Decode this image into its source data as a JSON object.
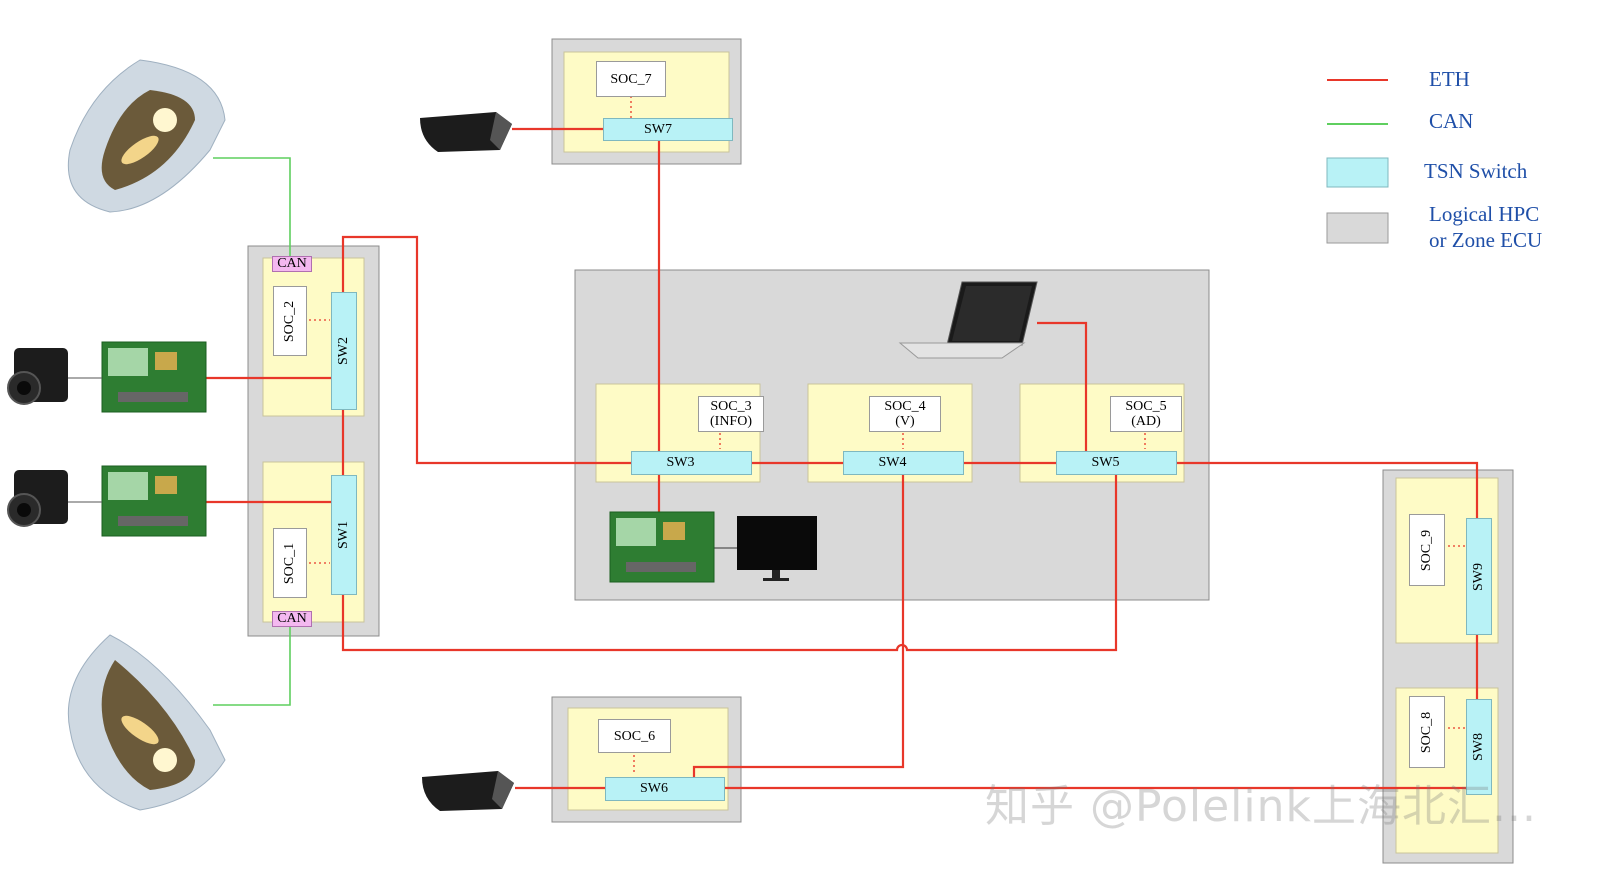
{
  "legend": {
    "items": [
      {
        "label": "ETH",
        "kind": "line",
        "color": "#e8372a"
      },
      {
        "label": "CAN",
        "kind": "line",
        "color": "#5fcf5f"
      },
      {
        "label": "TSN Switch",
        "kind": "box",
        "color": "#b8f2f6"
      },
      {
        "label": "Logical HPC or Zone ECU",
        "kind": "box",
        "color": "#d9d9d9",
        "lines": [
          "Logical HPC",
          "or Zone ECU"
        ]
      }
    ]
  },
  "colors": {
    "eth": "#e8372a",
    "can": "#5fcf5f",
    "ecu_gray": "#d9d9d9",
    "zone_yellow": "#fefbc6",
    "tsn_switch": "#b8f2f6",
    "can_badge": "#f4b8f0"
  },
  "nodes": {
    "soc_7": "SOC_7",
    "soc_2": "SOC_2",
    "soc_1": "SOC_1",
    "soc_3": [
      "SOC_3",
      "(INFO)"
    ],
    "soc_4": [
      "SOC_4",
      "(V)"
    ],
    "soc_5": [
      "SOC_5",
      "(AD)"
    ],
    "soc_6": "SOC_6",
    "soc_8": "SOC_8",
    "soc_9": "SOC_9"
  },
  "switches": {
    "sw1": "SW1",
    "sw2": "SW2",
    "sw3": "SW3",
    "sw4": "SW4",
    "sw5": "SW5",
    "sw6": "SW6",
    "sw7": "SW7",
    "sw8": "SW8",
    "sw9": "SW9"
  },
  "can_badges": {
    "top": "CAN",
    "bottom": "CAN"
  },
  "devices": {
    "headlight_top": "headlight-icon",
    "headlight_bottom": "headlight-icon",
    "camera_1": "camera-icon",
    "camera_2": "camera-icon",
    "board_1": "circuit-board-icon",
    "board_2": "circuit-board-icon",
    "board_center": "circuit-board-icon",
    "lidar_top": "lidar-icon",
    "lidar_bottom": "lidar-icon",
    "laptop": "laptop-icon",
    "monitor": "monitor-icon"
  },
  "watermark": "知乎 @Polelink上海北汇..."
}
